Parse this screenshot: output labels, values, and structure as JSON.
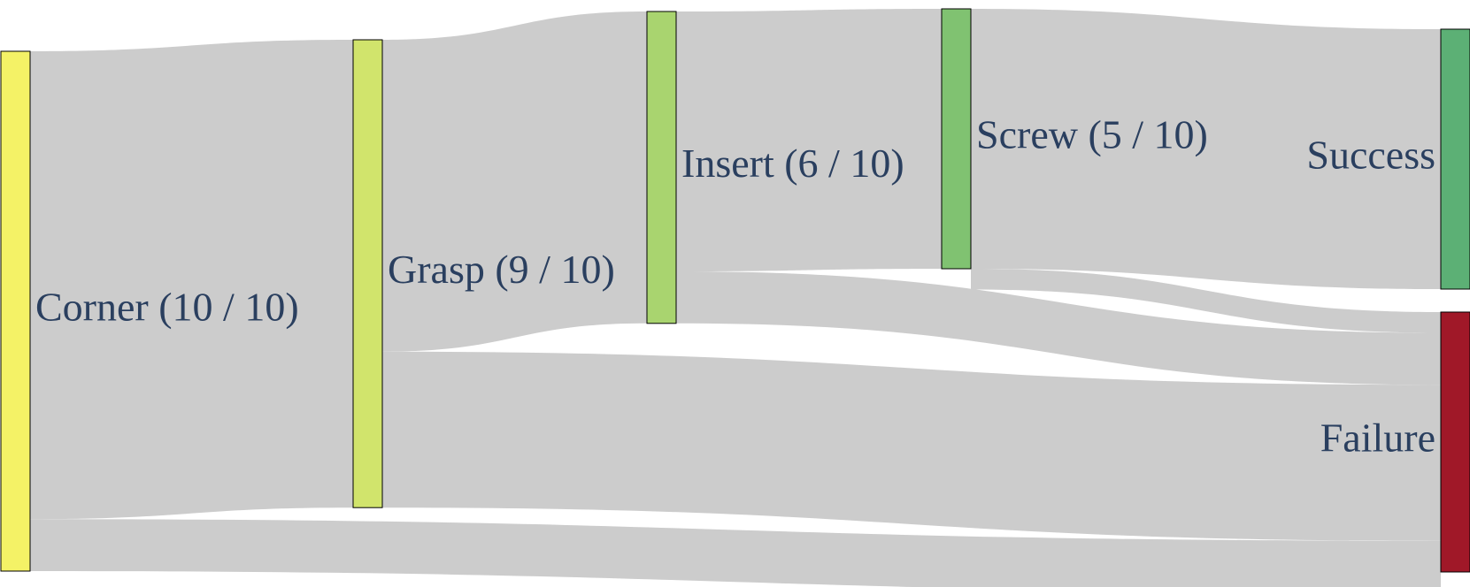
{
  "chart_data": {
    "type": "sankey",
    "nodes": [
      {
        "id": "corner",
        "label": "Corner (10 / 10)",
        "value": 10,
        "stage": 0,
        "color": "#f4f266"
      },
      {
        "id": "grasp",
        "label": "Grasp (9 / 10)",
        "value": 9,
        "stage": 1,
        "color": "#d1e46c"
      },
      {
        "id": "insert",
        "label": "Insert (6 / 10)",
        "value": 6,
        "stage": 2,
        "color": "#a9d46f"
      },
      {
        "id": "screw",
        "label": "Screw (5 / 10)",
        "value": 5,
        "stage": 3,
        "color": "#80c271"
      },
      {
        "id": "success",
        "label": "Success",
        "value": 5,
        "stage": 4,
        "color": "#5cb075"
      },
      {
        "id": "failure",
        "label": "Failure",
        "value": 5,
        "stage": 4,
        "color": "#a01828"
      }
    ],
    "links": [
      {
        "source": "corner",
        "target": "grasp",
        "value": 9
      },
      {
        "source": "corner",
        "target": "failure",
        "value": 1
      },
      {
        "source": "grasp",
        "target": "insert",
        "value": 6
      },
      {
        "source": "grasp",
        "target": "failure",
        "value": 3
      },
      {
        "source": "insert",
        "target": "screw",
        "value": 5
      },
      {
        "source": "insert",
        "target": "failure",
        "value": 1
      },
      {
        "source": "screw",
        "target": "success",
        "value": 5
      },
      {
        "source": "screw",
        "target": "failure",
        "value": 0.4
      }
    ],
    "link_color": "#cccccc",
    "label_color": "#2a3f5f"
  }
}
